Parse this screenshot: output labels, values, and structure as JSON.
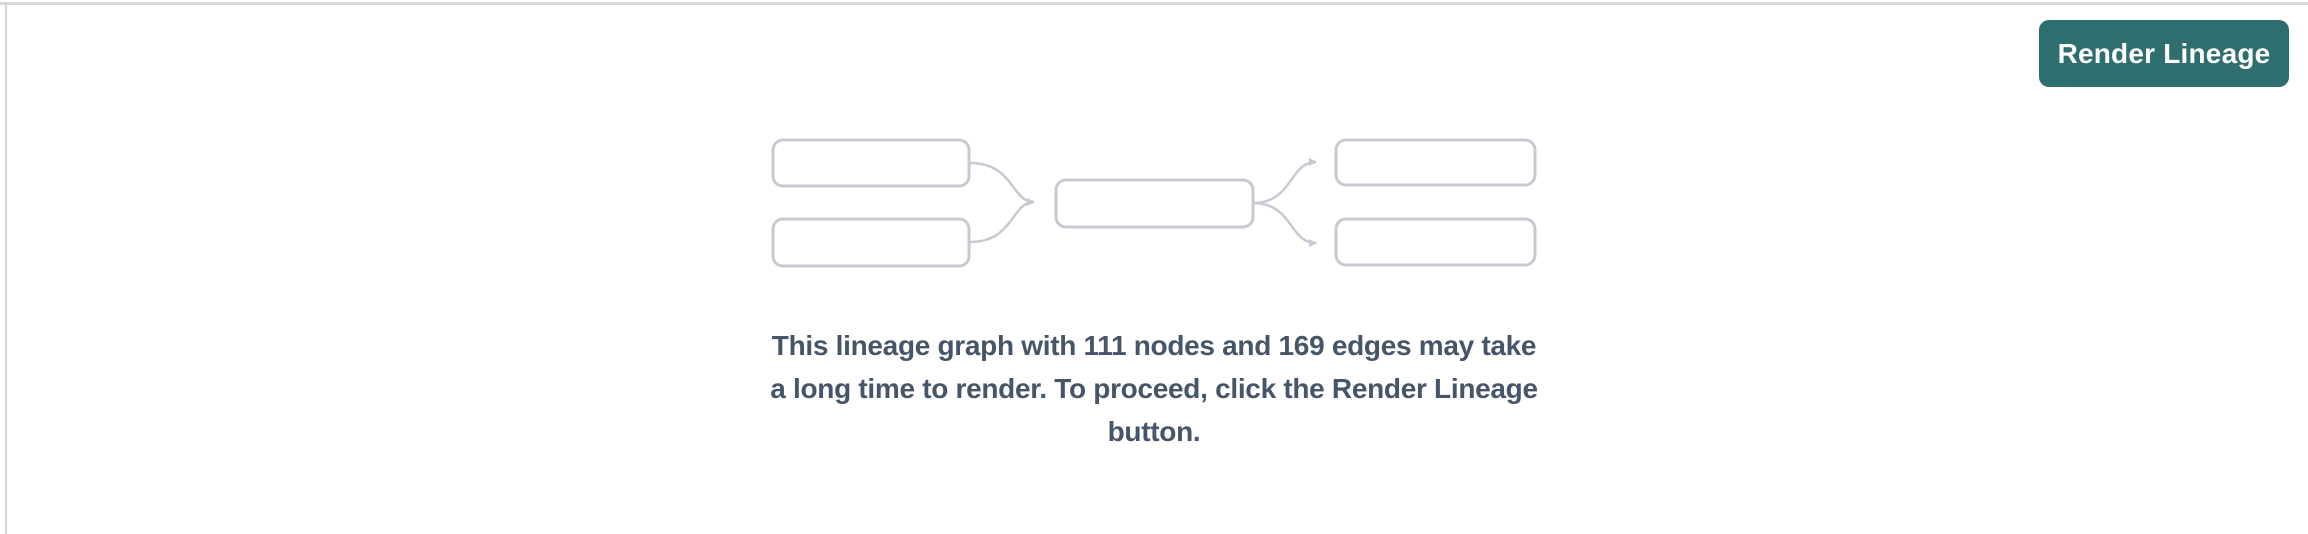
{
  "toolbar": {
    "render_button_label": "Render Lineage"
  },
  "message": {
    "lines": [
      "This lineage graph with 111 nodes and 169 edges may take",
      "a long time to render. To proceed, click the Render Lineage",
      "button."
    ],
    "full_text": "This lineage graph with 111 nodes and 169 edges may take a long time to render. To proceed, click the Render Lineage button."
  },
  "lineage_stats": {
    "node_count": 111,
    "edge_count": 169
  },
  "colors": {
    "button_teal": "#2f6e6e",
    "button_text": "#ffffff",
    "message_text": "#475569",
    "diagram_gray": "#c5cad2",
    "panel_border": "#d9dade",
    "background": "#ffffff"
  }
}
